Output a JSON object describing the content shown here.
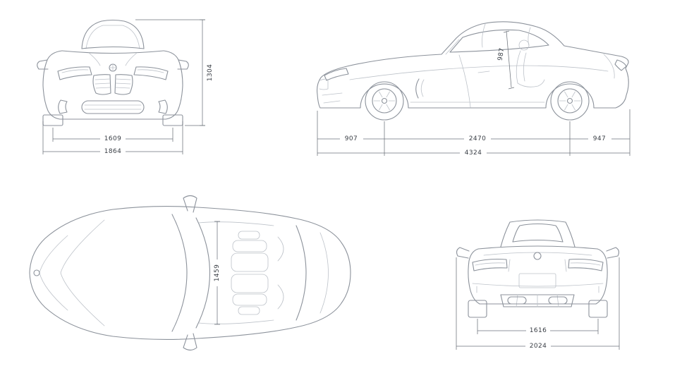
{
  "colors": {
    "background": "#ffffff",
    "car_line": "#8c929b",
    "ghost_line": "#bdc2c9",
    "dim_line": "#6d737b",
    "dim_text": "#383d44"
  },
  "views": {
    "front": {
      "dims": {
        "overall_height": "1304",
        "front_track": "1609",
        "overall_width": "1864"
      }
    },
    "side": {
      "dims": {
        "interior_height": "987",
        "front_overhang": "907",
        "wheelbase": "2470",
        "rear_overhang": "947",
        "overall_length": "4324"
      }
    },
    "top": {
      "dims": {
        "interior_width": "1459"
      }
    },
    "rear": {
      "dims": {
        "rear_track": "1616",
        "width_incl_mirrors": "2024"
      }
    }
  }
}
